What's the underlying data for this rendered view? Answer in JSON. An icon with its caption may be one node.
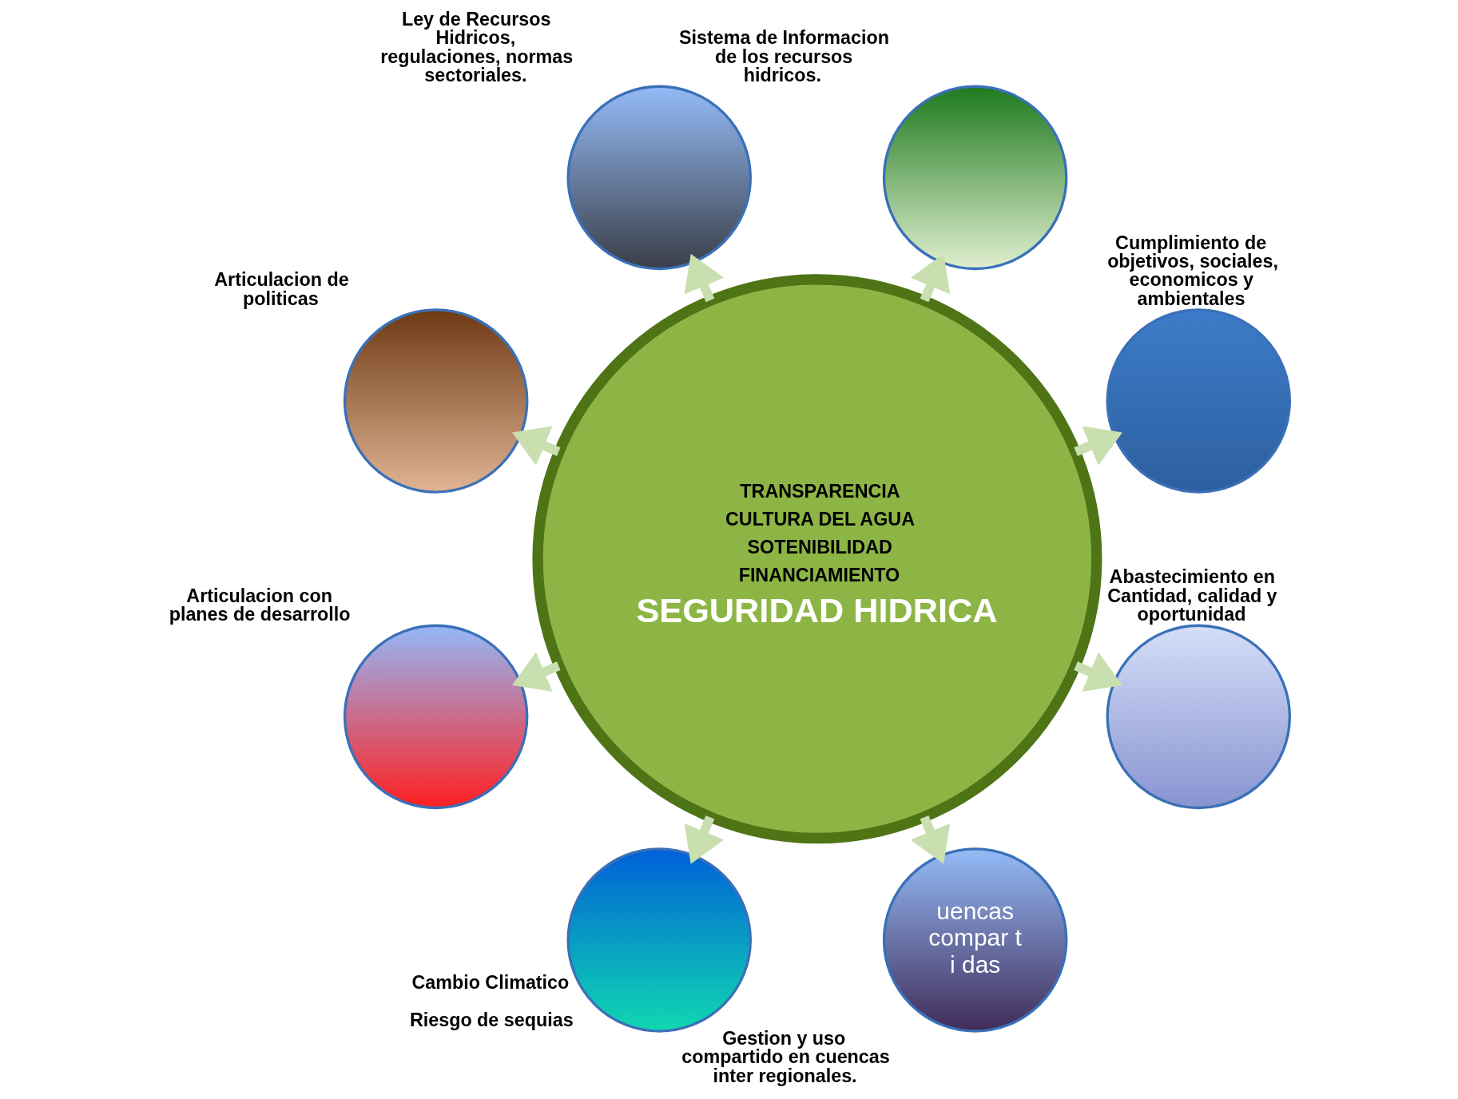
{
  "diagram": {
    "nodes": [
      {
        "text": [
          "TRANSPARENCIA",
          "CULTURA DEL AGUA",
          "SOTENIBILIDAD",
          "FINANCIAMIENTO",
          "SEGURIDAD HIDRICA"
        ]
      },
      {
        "text": [],
        "shape": "circle",
        "beside": [
          "Cumplimiento de objetivos, sociales, economicos y ambientales"
        ]
      },
      {
        "text": [],
        "shape": "circle",
        "beside": [
          "Sistema de Informacion de los recursos hidricos."
        ]
      },
      {
        "text": [],
        "shape": "circle",
        "beside": [
          "Ley de Recursos Hidricos, regulaciones, normas sectoriales."
        ]
      },
      {
        "text": [],
        "shape": "circle",
        "beside": [
          "Articulacion de politicas"
        ]
      },
      {
        "text": [],
        "shape": "circle",
        "beside": [
          "Articulacion con planes de desarrollo"
        ]
      },
      {
        "text": [],
        "shape": "circle",
        "beside": [
          "Cambio Climatico",
          "Riesgo de sequias"
        ]
      },
      {
        "text": [
          "uencas compar t i das"
        ],
        "beside": [
          "Gestion y uso compartido en cuencas inter regionales."
        ]
      },
      {
        "text": [],
        "shape": "circle",
        "beside": [
          "Abastecimiento en Cantidad, calidad y oportunidad"
        ]
      }
    ],
    "edges": [
      {
        "from": 0,
        "to": 1,
        "arrow": "to"
      },
      {
        "from": 0,
        "to": 2,
        "arrow": "to"
      },
      {
        "from": 0,
        "to": 3,
        "arrow": "to"
      },
      {
        "from": 0,
        "to": 4,
        "arrow": "to"
      },
      {
        "from": 0,
        "to": 5,
        "arrow": "to"
      },
      {
        "from": 0,
        "to": 6,
        "arrow": "to"
      },
      {
        "from": 0,
        "to": 7,
        "arrow": "to"
      },
      {
        "from": 0,
        "to": 8,
        "arrow": "to"
      }
    ]
  }
}
